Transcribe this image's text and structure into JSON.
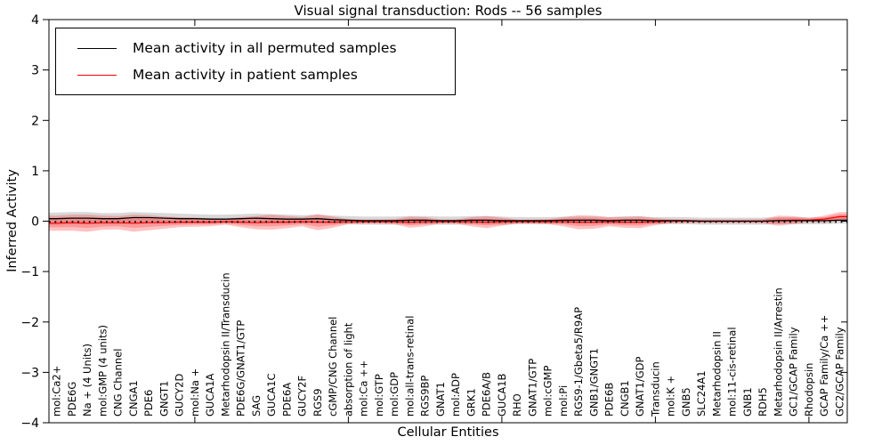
{
  "title": "Visual signal transduction: Rods -- 56 samples",
  "axes": {
    "ylabel": "Inferred Activity",
    "xlabel": "Cellular Entities",
    "ytick_labels": [
      "4",
      "3",
      "2",
      "1",
      "0",
      "−1",
      "−2",
      "−3",
      "−4"
    ]
  },
  "legend": {
    "items": [
      {
        "label": "Mean activity in all permuted samples",
        "color": "#000000"
      },
      {
        "label": "Mean activity in patient samples",
        "color": "#ff0000"
      }
    ]
  },
  "chart_data": {
    "type": "line",
    "title": "Visual signal transduction: Rods -- 56 samples",
    "xlabel": "Cellular Entities",
    "ylabel": "Inferred Activity",
    "ylim": [
      -4,
      4
    ],
    "yticks": [
      4,
      3,
      2,
      1,
      0,
      -1,
      -2,
      -3,
      -4
    ],
    "grid": false,
    "legend_position": "upper left",
    "x_major_tick_indices": [
      9,
      19,
      29,
      39,
      49
    ],
    "categories": [
      "mol:Ca2+",
      "PDE6G",
      "Na + (4 Units)",
      "mol:GMP (4 units)",
      "CNG Channel",
      "CNGA1",
      "PDE6",
      "GNGT1",
      "GUCY2D",
      "mol:Na +",
      "GUCA1A",
      "Metarhodopsin II/Transducin",
      "PDE6G/GNAT1/GTP",
      "SAG",
      "GUCA1C",
      "PDE6A",
      "GUCY2F",
      "RGS9",
      "cGMP/CNG Channel",
      "absorption of light",
      "mol:Ca ++",
      "mol:GTP",
      "mol:GDP",
      "mol:all-trans-retinal",
      "RGS9BP",
      "GNAT1",
      "mol:ADP",
      "GRK1",
      "PDE6A/B",
      "GUCA1B",
      "RHO",
      "GNAT1/GTP",
      "mol:cGMP",
      "mol:Pi",
      "RGS9-1/Gbeta5/R9AP",
      "GNB1/GNGT1",
      "PDE6B",
      "CNGB1",
      "GNAT1/GDP",
      "Transducin",
      "mol:K +",
      "GNB5",
      "SLC24A1",
      "Metarhodopsin II",
      "mol:11-cis-retinal",
      "GNB1",
      "RDH5",
      "Metarhodopsin II/Arrestin",
      "GC1/GCAP Family",
      "Rhodopsin",
      "GCAP Family/Ca ++",
      "GC2/GCAP Family"
    ],
    "series": [
      {
        "name": "Mean activity in all permuted samples",
        "color": "#000000",
        "style": "solid",
        "values": [
          0.05,
          0.06,
          0.06,
          0.05,
          0.05,
          0.07,
          0.07,
          0.06,
          0.05,
          0.05,
          0.04,
          0.04,
          0.05,
          0.06,
          0.05,
          0.04,
          0.04,
          0.05,
          0.03,
          0.02,
          0.01,
          0.01,
          0.01,
          0.02,
          0.02,
          0.01,
          0.01,
          0.02,
          0.02,
          0.01,
          0.01,
          0.01,
          0.01,
          0.02,
          0.02,
          0.02,
          0.01,
          0.02,
          0.02,
          0.01,
          0.01,
          0.01,
          0.0,
          0.0,
          0.0,
          0.0,
          0.0,
          0.01,
          0.01,
          0.01,
          0.01,
          0.02
        ]
      },
      {
        "name": "Mean activity in patient samples",
        "color": "#ff0000",
        "style": "solid",
        "values": [
          -0.04,
          -0.03,
          -0.04,
          -0.03,
          -0.03,
          -0.04,
          -0.03,
          -0.03,
          -0.02,
          -0.02,
          -0.02,
          -0.01,
          -0.02,
          -0.03,
          -0.02,
          -0.02,
          -0.01,
          -0.02,
          -0.02,
          -0.01,
          -0.01,
          -0.01,
          -0.01,
          -0.02,
          -0.01,
          -0.01,
          -0.01,
          -0.01,
          -0.02,
          -0.01,
          -0.01,
          -0.01,
          -0.01,
          -0.01,
          -0.02,
          -0.02,
          -0.01,
          -0.02,
          -0.02,
          -0.01,
          0.0,
          0.0,
          0.0,
          0.0,
          0.0,
          0.0,
          0.0,
          0.01,
          0.02,
          0.02,
          0.04,
          0.09
        ]
      },
      {
        "name": "sample-marker-dots",
        "color": "#111111",
        "style": "dotted",
        "constant": -0.015
      }
    ],
    "bands": [
      {
        "name": "permuted-samples-spread",
        "color": "#999999",
        "opacity": 0.38,
        "center_series": 0,
        "half_widths": [
          0.12,
          0.12,
          0.12,
          0.11,
          0.11,
          0.11,
          0.1,
          0.1,
          0.1,
          0.09,
          0.09,
          0.09,
          0.09,
          0.09,
          0.09,
          0.09,
          0.08,
          0.08,
          0.08,
          0.08,
          0.08,
          0.08,
          0.08,
          0.08,
          0.08,
          0.08,
          0.08,
          0.08,
          0.08,
          0.08,
          0.07,
          0.07,
          0.07,
          0.07,
          0.07,
          0.07,
          0.07,
          0.07,
          0.07,
          0.07,
          0.07,
          0.07,
          0.07,
          0.07,
          0.07,
          0.07,
          0.07,
          0.07,
          0.07,
          0.07,
          0.07,
          0.07
        ]
      },
      {
        "name": "patient-samples-spread",
        "color": "#ff4040",
        "opacity": 0.32,
        "center_series": 1,
        "inner_scale": 0.55,
        "half_widths": [
          0.15,
          0.16,
          0.17,
          0.14,
          0.13,
          0.17,
          0.15,
          0.12,
          0.1,
          0.09,
          0.08,
          0.06,
          0.1,
          0.13,
          0.15,
          0.12,
          0.09,
          0.16,
          0.11,
          0.05,
          0.04,
          0.04,
          0.05,
          0.11,
          0.09,
          0.04,
          0.04,
          0.09,
          0.12,
          0.08,
          0.04,
          0.04,
          0.05,
          0.09,
          0.14,
          0.13,
          0.09,
          0.11,
          0.12,
          0.07,
          0.04,
          0.035,
          0.035,
          0.035,
          0.035,
          0.035,
          0.04,
          0.1,
          0.08,
          0.04,
          0.07,
          0.09
        ]
      }
    ]
  }
}
